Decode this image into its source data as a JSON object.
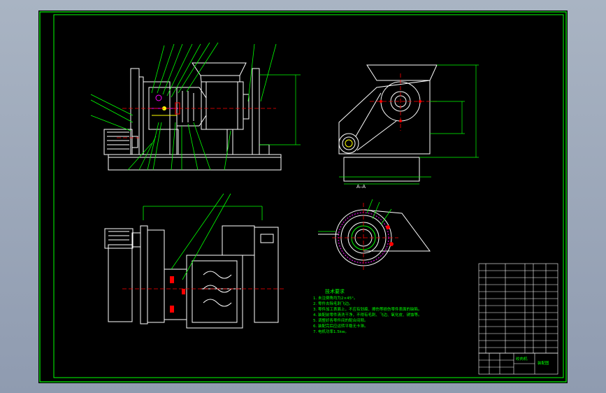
{
  "drawing": {
    "section_label": "A–A",
    "tech_req_title": "技术要求",
    "tech_requirements": [
      "1. 未注倒角均为2×45°。",
      "2. 零件去除毛刺飞边。",
      "3. 零件加工表面上，不应有划痕、擦伤等损伤零件表面的缺陷。",
      "4. 装配前零件清洗干净，不得有毛刺、飞边、氧化皮、锈蚀等。",
      "5. 调整好各零件间的配合间隙。",
      "6. 装配完后应运转平稳无卡滞。",
      "7. 电机功率1.5kw。"
    ],
    "title_block": {
      "drawing_name": "绞肉机",
      "drawing_code": "装配图"
    }
  },
  "colors": {
    "background": "#000000",
    "frame": "#00ff00",
    "outline": "#ffffff",
    "dimension": "#00ff00",
    "leader": "#00ff00",
    "text_green": "#00ff00",
    "accent_red": "#ff0000",
    "accent_yellow": "#ffff00",
    "accent_magenta": "#ff00ff"
  }
}
